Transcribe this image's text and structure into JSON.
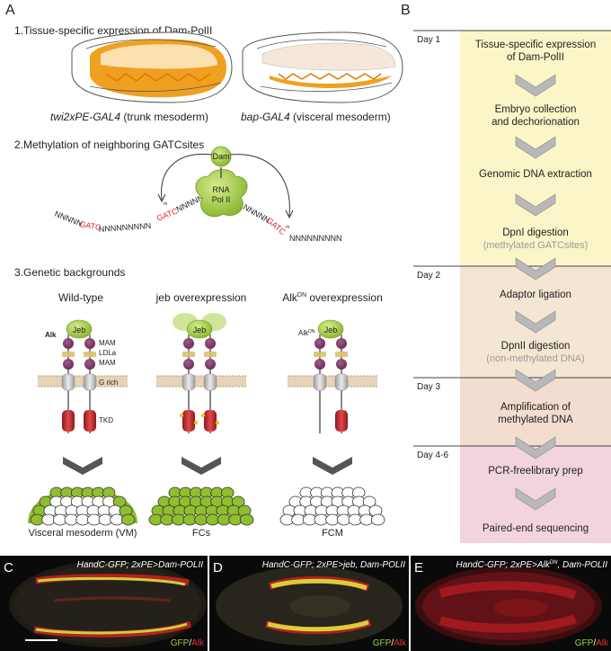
{
  "panels": {
    "A": {
      "letter": "A"
    },
    "B": {
      "letter": "B"
    },
    "C": {
      "letter": "C",
      "genotype": "HandC-GFP; 2xPE>Dam-POLII",
      "gfp": "GFP",
      "slash": "/",
      "alk": "Alk"
    },
    "D": {
      "letter": "D",
      "genotype": "HandC-GFP; 2xPE>jeb, Dam-POLII",
      "gfp": "GFP",
      "slash": "/",
      "alk": "Alk"
    },
    "E": {
      "letter": "E",
      "genotype_main": "HandC-GFP; 2xPE>Alk",
      "genotype_sup": "DN",
      "genotype_rest": ", Dam-POLII",
      "gfp": "GFP",
      "slash": "/",
      "alk": "Alk"
    }
  },
  "section1": {
    "title": "1.Tissue-specific expression of Dam-PolII",
    "embryo_left_driver": "twi2xPE-GAL4",
    "embryo_left_desc": " (trunk mesoderm)",
    "embryo_right_driver": "bap-GAL4",
    "embryo_right_desc": " (visceral  mesoderm)"
  },
  "section2": {
    "title": "2.Methylation of neighboring GATCsites",
    "dam": "Dam",
    "rna_line1": "RNA",
    "rna_line2": "Pol II",
    "seq_left": "NNNNN",
    "gatc1": "GATC",
    "seq_mid1": "NNNNNNNNN",
    "gatc2": "GATC",
    "seq_mid2": "NNNNN",
    "seq_mid3": "NNNNN",
    "gatc3": "GATC",
    "seq_right": "NNNNNNNNN",
    "methyl_mark": "m"
  },
  "section3": {
    "title": "3.Genetic backgrounds",
    "columns": [
      {
        "title": "Wild-type",
        "bottom_label": "Visceral mesoderm (VM)"
      },
      {
        "title": "jeb overexpression",
        "bottom_label": "FCs"
      },
      {
        "title_main": "Alk",
        "title_sup": "DN",
        "title_rest": " overexpression",
        "bottom_label": "FCM"
      }
    ],
    "jeb_label": "Jeb",
    "alk_label": "Alk",
    "alkdn_main": "Alk",
    "alkdn_sup": "DN",
    "domains": [
      "MAM",
      "LDLa",
      "MAM",
      "G rich",
      "TKD"
    ]
  },
  "protocol": {
    "days": [
      "Day 1",
      "Day 2",
      "Day 3",
      "Day 4-6"
    ],
    "steps": [
      {
        "lines": [
          "Tissue-specific expression",
          "of Dam-PolII"
        ],
        "note": ""
      },
      {
        "lines": [
          "Embryo collection",
          "and dechorionation"
        ],
        "note": ""
      },
      {
        "lines": [
          "Genomic DNA extraction"
        ],
        "note": ""
      },
      {
        "lines": [
          "DpnI digestion"
        ],
        "note": "(methylated  GATCsites)"
      },
      {
        "lines": [
          "Adaptor ligation"
        ],
        "note": ""
      },
      {
        "lines": [
          "DpnII digestion"
        ],
        "note": "(non-methylated DNA)"
      },
      {
        "lines": [
          "Amplification of",
          "methylated DNA"
        ],
        "note": ""
      },
      {
        "lines": [
          "PCR-freelibrary prep"
        ],
        "note": ""
      },
      {
        "lines": [
          "Paired-end sequencing"
        ],
        "note": ""
      }
    ],
    "colors": {
      "day1": "#fbf6c8",
      "day2": "#f4e6d3",
      "day3": "#f3dcd0",
      "day4": "#f2d3e0"
    }
  }
}
